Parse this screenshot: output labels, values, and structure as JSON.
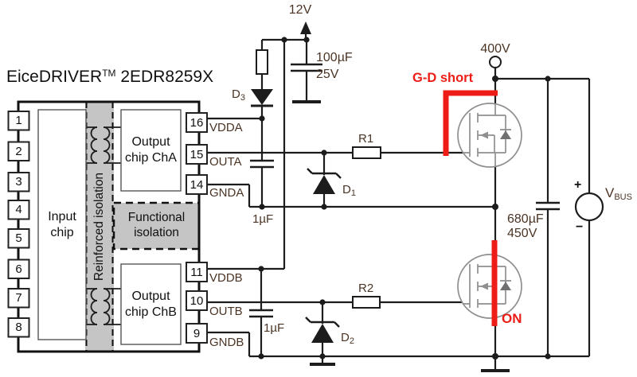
{
  "title": {
    "brand": "EiceDRIVER",
    "tm": "TM",
    "part": "2EDR8259X"
  },
  "ic": {
    "input_chip": "Input chip",
    "output_chip_a": "Output chip ChA",
    "output_chip_b": "Output chip ChB",
    "reinforced_isolation": "Reinforced isolation",
    "functional_isolation": "Functional isolation",
    "left_pins": [
      "1",
      "2",
      "3",
      "4",
      "5",
      "6",
      "7",
      "8"
    ],
    "right_pins": [
      {
        "num": "16",
        "net": "VDDA"
      },
      {
        "num": "15",
        "net": "OUTA"
      },
      {
        "num": "14",
        "net": "GNDA"
      },
      {
        "num": "11",
        "net": "VDDB"
      },
      {
        "num": "10",
        "net": "OUTB"
      },
      {
        "num": "9",
        "net": "GNDB"
      }
    ]
  },
  "supply": {
    "v12": "12V",
    "cap_value": "100µF",
    "cap_voltage": "25V",
    "d3_base": "D",
    "d3_sub": "3"
  },
  "channel_a": {
    "r1": "R1",
    "d1_base": "D",
    "d1_sub": "1",
    "cap": "1µF"
  },
  "channel_b": {
    "r2": "R2",
    "d2_base": "D",
    "d2_sub": "2",
    "cap": "1µF"
  },
  "bus": {
    "v400": "400V",
    "gd_short": "G-D short",
    "cap_value": "680µF",
    "cap_voltage": "450V",
    "on": "ON",
    "vbus_base": "V",
    "vbus_sub": "BUS",
    "plus": "+",
    "minus": "−"
  },
  "colors": {
    "red": "#ed1c16",
    "label": "#4a3425",
    "iso_gray": "#c5c5c5",
    "fet_gray": "#8f8f8f"
  }
}
